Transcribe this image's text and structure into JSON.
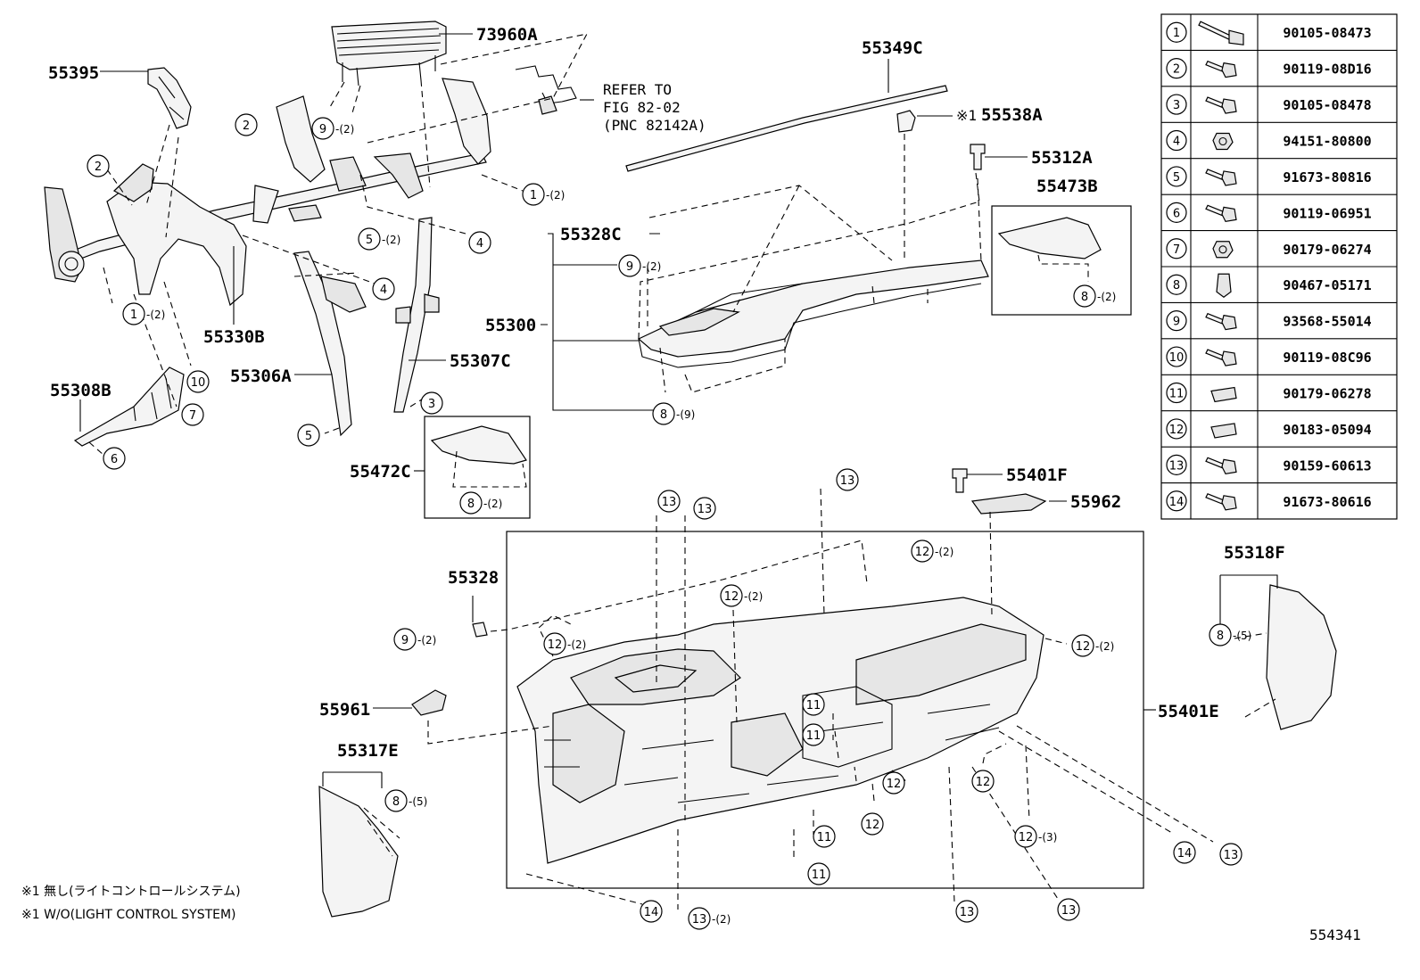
{
  "diagram_code": "554341",
  "notes": [
    "※1 無し(ライトコントロールシステム)",
    "※1 W/O(LIGHT CONTROL SYSTEM)"
  ],
  "refer_note": [
    "REFER TO",
    "FIG 82-02",
    "(PNC 82142A)"
  ],
  "labels": {
    "p73960A": "73960A",
    "p55395": "55395",
    "p55349C": "55349C",
    "p55538A": "55538A",
    "p55538A_mark": "※1",
    "p55312A": "55312A",
    "p55473B": "55473B",
    "p55328C": "55328C",
    "p55300": "55300",
    "p55330B": "55330B",
    "p55306A": "55306A",
    "p55307C": "55307C",
    "p55308B": "55308B",
    "p55472C": "55472C",
    "p55401F": "55401F",
    "p55962": "55962",
    "p55328": "55328",
    "p55961": "55961",
    "p55317E": "55317E",
    "p55318F": "55318F",
    "p55401E": "55401E"
  },
  "fastener_table": [
    {
      "no": "1",
      "part": "90105-08473"
    },
    {
      "no": "2",
      "part": "90119-08D16"
    },
    {
      "no": "3",
      "part": "90105-08478"
    },
    {
      "no": "4",
      "part": "94151-80800"
    },
    {
      "no": "5",
      "part": "91673-80816"
    },
    {
      "no": "6",
      "part": "90119-06951"
    },
    {
      "no": "7",
      "part": "90179-06274"
    },
    {
      "no": "8",
      "part": "90467-05171"
    },
    {
      "no": "9",
      "part": "93568-55014"
    },
    {
      "no": "10",
      "part": "90119-08C96"
    },
    {
      "no": "11",
      "part": "90179-06278"
    },
    {
      "no": "12",
      "part": "90183-05094"
    },
    {
      "no": "13",
      "part": "90159-60613"
    },
    {
      "no": "14",
      "part": "91673-80616"
    }
  ],
  "callouts": [
    {
      "n": "9",
      "q": "-(2)"
    },
    {
      "n": "2",
      "q": ""
    },
    {
      "n": "2",
      "q": ""
    },
    {
      "n": "1",
      "q": "-(2)"
    },
    {
      "n": "5",
      "q": "-(2)"
    },
    {
      "n": "4",
      "q": ""
    },
    {
      "n": "4",
      "q": ""
    },
    {
      "n": "1",
      "q": "-(2)"
    },
    {
      "n": "10",
      "q": ""
    },
    {
      "n": "7",
      "q": ""
    },
    {
      "n": "6",
      "q": ""
    },
    {
      "n": "5",
      "q": ""
    },
    {
      "n": "3",
      "q": ""
    },
    {
      "n": "9",
      "q": "-(2)"
    },
    {
      "n": "8",
      "q": "-(9)"
    },
    {
      "n": "8",
      "q": "-(2)"
    },
    {
      "n": "8",
      "q": "-(2)"
    },
    {
      "n": "13",
      "q": ""
    },
    {
      "n": "13",
      "q": ""
    },
    {
      "n": "13",
      "q": ""
    },
    {
      "n": "12",
      "q": "-(2)"
    },
    {
      "n": "12",
      "q": "-(2)"
    },
    {
      "n": "12",
      "q": "-(2)"
    },
    {
      "n": "12",
      "q": "-(2)"
    },
    {
      "n": "9",
      "q": "-(2)"
    },
    {
      "n": "11",
      "q": ""
    },
    {
      "n": "11",
      "q": ""
    },
    {
      "n": "12",
      "q": ""
    },
    {
      "n": "12",
      "q": ""
    },
    {
      "n": "12",
      "q": ""
    },
    {
      "n": "11",
      "q": ""
    },
    {
      "n": "11",
      "q": ""
    },
    {
      "n": "12",
      "q": "-(3)"
    },
    {
      "n": "14",
      "q": ""
    },
    {
      "n": "13",
      "q": ""
    },
    {
      "n": "8",
      "q": "-(5)"
    },
    {
      "n": "8",
      "q": "-(5)"
    },
    {
      "n": "14",
      "q": ""
    },
    {
      "n": "13",
      "q": "-(2)"
    },
    {
      "n": "13",
      "q": ""
    },
    {
      "n": "13",
      "q": ""
    }
  ]
}
